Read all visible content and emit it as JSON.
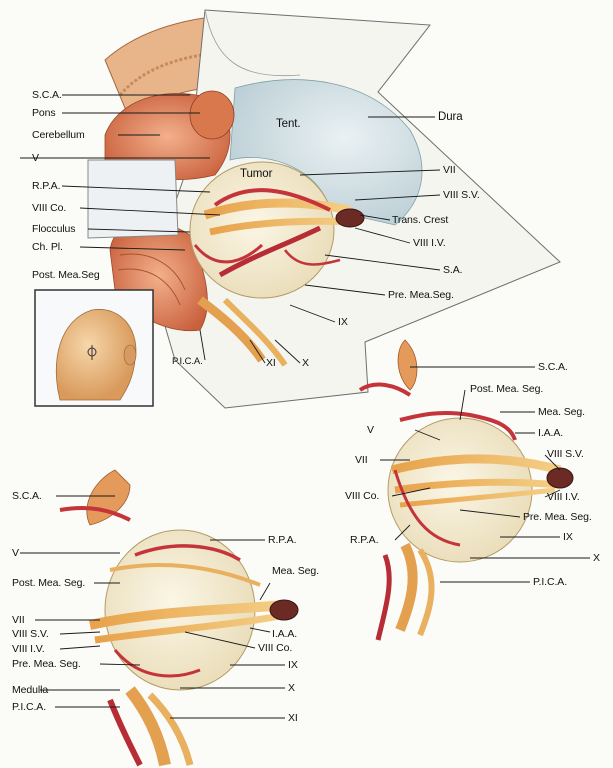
{
  "panel_top": {
    "labels_left": [
      "S.C.A.",
      "Pons",
      "Cerebellum",
      "V",
      "R.P.A.",
      "VIII Co.",
      "Flocculus",
      "Ch. Pl.",
      "Post. Mea.Seg"
    ],
    "labels_right": [
      "Dura",
      "VII",
      "VIII S.V.",
      "Trans. Crest",
      "VIII I.V.",
      "S.A.",
      "Pre. Mea.Seg.",
      "IX"
    ],
    "labels_bottom": [
      "P.I.C.A.",
      "XI",
      "X"
    ],
    "inner": {
      "tent": "Tent.",
      "tumor": "Tumor"
    }
  },
  "panel_right": {
    "labels_left": [
      "V",
      "VII",
      "VIII Co.",
      "R.P.A."
    ],
    "labels_right": [
      "S.C.A.",
      "Post. Mea. Seg.",
      "Mea. Seg.",
      "I.A.A.",
      "VIII S.V.",
      "VIII I.V.",
      "Pre. Mea. Seg.",
      "IX",
      "X",
      "P.I.C.A."
    ]
  },
  "panel_bottom": {
    "labels_left": [
      "S.C.A.",
      "V",
      "Post. Mea. Seg.",
      "VII",
      "VIII S.V.",
      "VIII I.V.",
      "Pre. Mea. Seg.",
      "Medulla",
      "P.I.C.A."
    ],
    "labels_right": [
      "R.P.A.",
      "Mea. Seg.",
      "I.A.A.",
      "VIII Co.",
      "IX",
      "X",
      "XI"
    ]
  }
}
